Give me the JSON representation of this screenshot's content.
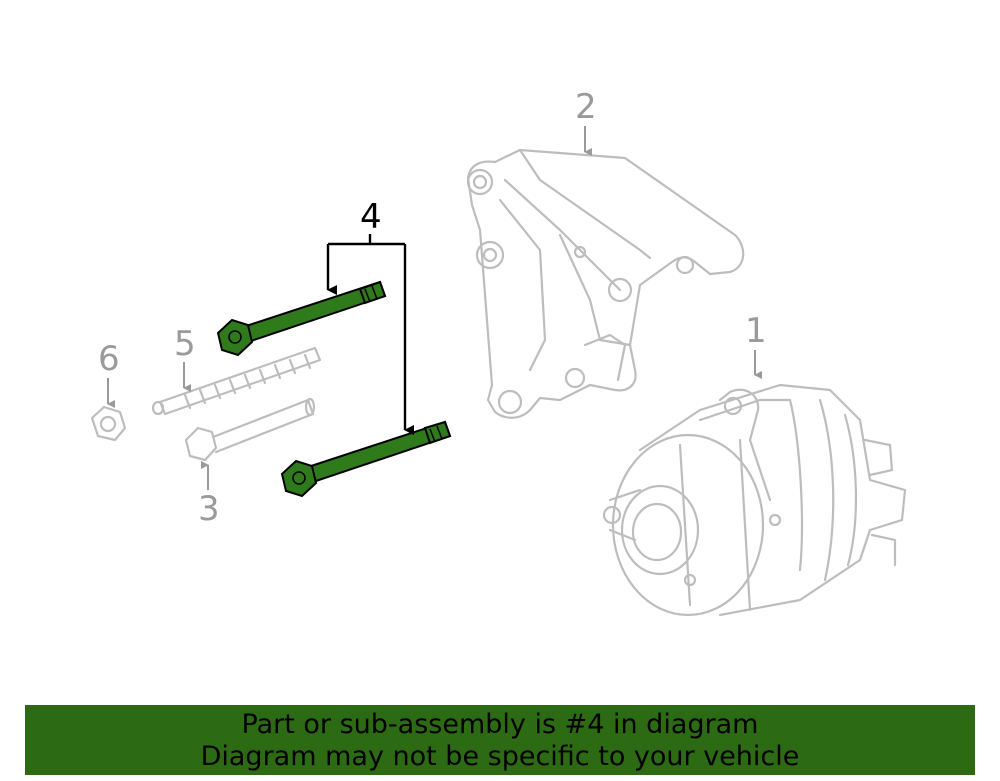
{
  "callouts": {
    "c1": "1",
    "c2": "2",
    "c3": "3",
    "c4": "4",
    "c5": "5",
    "c6": "6"
  },
  "highlighted_part": "4",
  "colors": {
    "highlight_part": "#2f7a1a",
    "banner_background": "#2c6a13",
    "other_parts": "#bdbdbd",
    "callout_inactive": "#9a9a9a"
  },
  "banner": {
    "line1": "Part or sub-assembly is #4 in diagram",
    "line2": "Diagram may not be specific to your vehicle"
  }
}
